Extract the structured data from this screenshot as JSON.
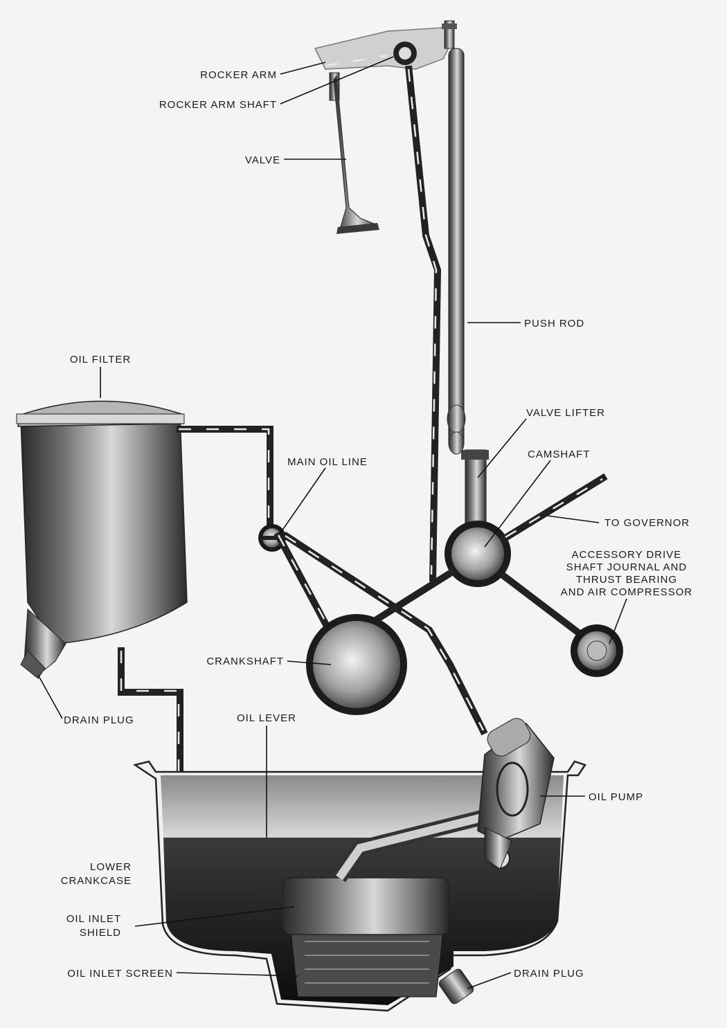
{
  "labels": {
    "rocker_arm": "ROCKER ARM",
    "rocker_arm_shaft": "ROCKER ARM SHAFT",
    "valve": "VALVE",
    "push_rod": "PUSH ROD",
    "oil_filter": "OIL FILTER",
    "valve_lifter": "VALVE LIFTER",
    "main_oil_line": "MAIN OIL LINE",
    "camshaft": "CAMSHAFT",
    "to_governor": "TO GOVERNOR",
    "accessory_drive": [
      "ACCESSORY DRIVE",
      "SHAFT JOURNAL AND",
      "THRUST BEARING",
      "AND AIR COMPRESSOR"
    ],
    "crankshaft": "CRANKSHAFT",
    "drain_plug_filter": "DRAIN PLUG",
    "oil_lever": "OIL LEVER",
    "oil_pump": "OIL PUMP",
    "lower_crankcase": [
      "LOWER",
      "CRANKCASE"
    ],
    "oil_inlet_shield": [
      "OIL INLET",
      "SHIELD"
    ],
    "oil_inlet_screen": "OIL INLET SCREEN",
    "drain_plug_pan": "DRAIN PLUG"
  }
}
